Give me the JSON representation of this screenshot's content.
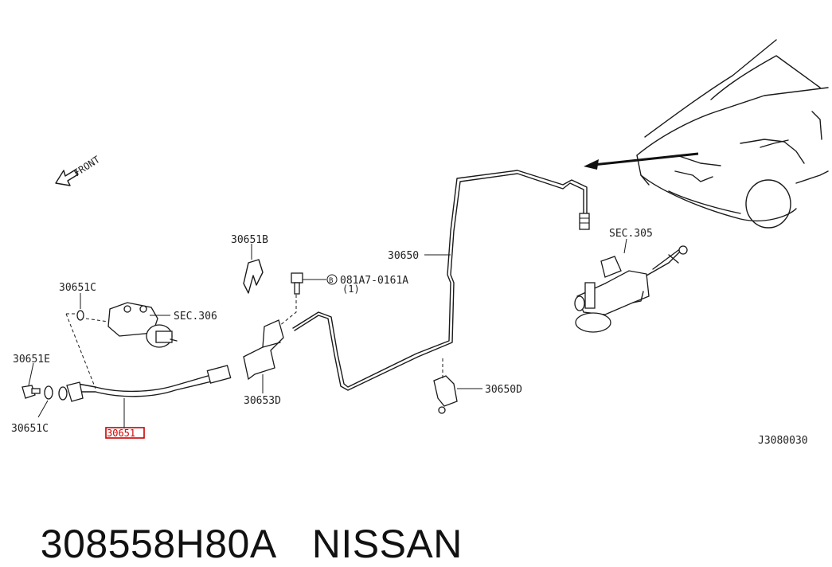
{
  "diagram": {
    "front_label": "FRONT",
    "labels": {
      "l_30651B": "30651B",
      "l_30651C_top": "30651C",
      "l_sec306": "SEC.306",
      "l_30651E": "30651E",
      "l_30651C_bot": "30651C",
      "l_30651_hl": "30651",
      "l_30653D": "30653D",
      "l_bolt_code": "081A7-0161A",
      "l_bolt_qty": "(1)",
      "l_bolt_mark": "B",
      "l_30650": "30650",
      "l_30650D": "30650D",
      "l_sec305": "SEC.305",
      "l_ref": "J3080030"
    },
    "highlight_color": "#cc0000"
  },
  "caption": {
    "part_number": "308558H80A",
    "brand": "NISSAN"
  }
}
